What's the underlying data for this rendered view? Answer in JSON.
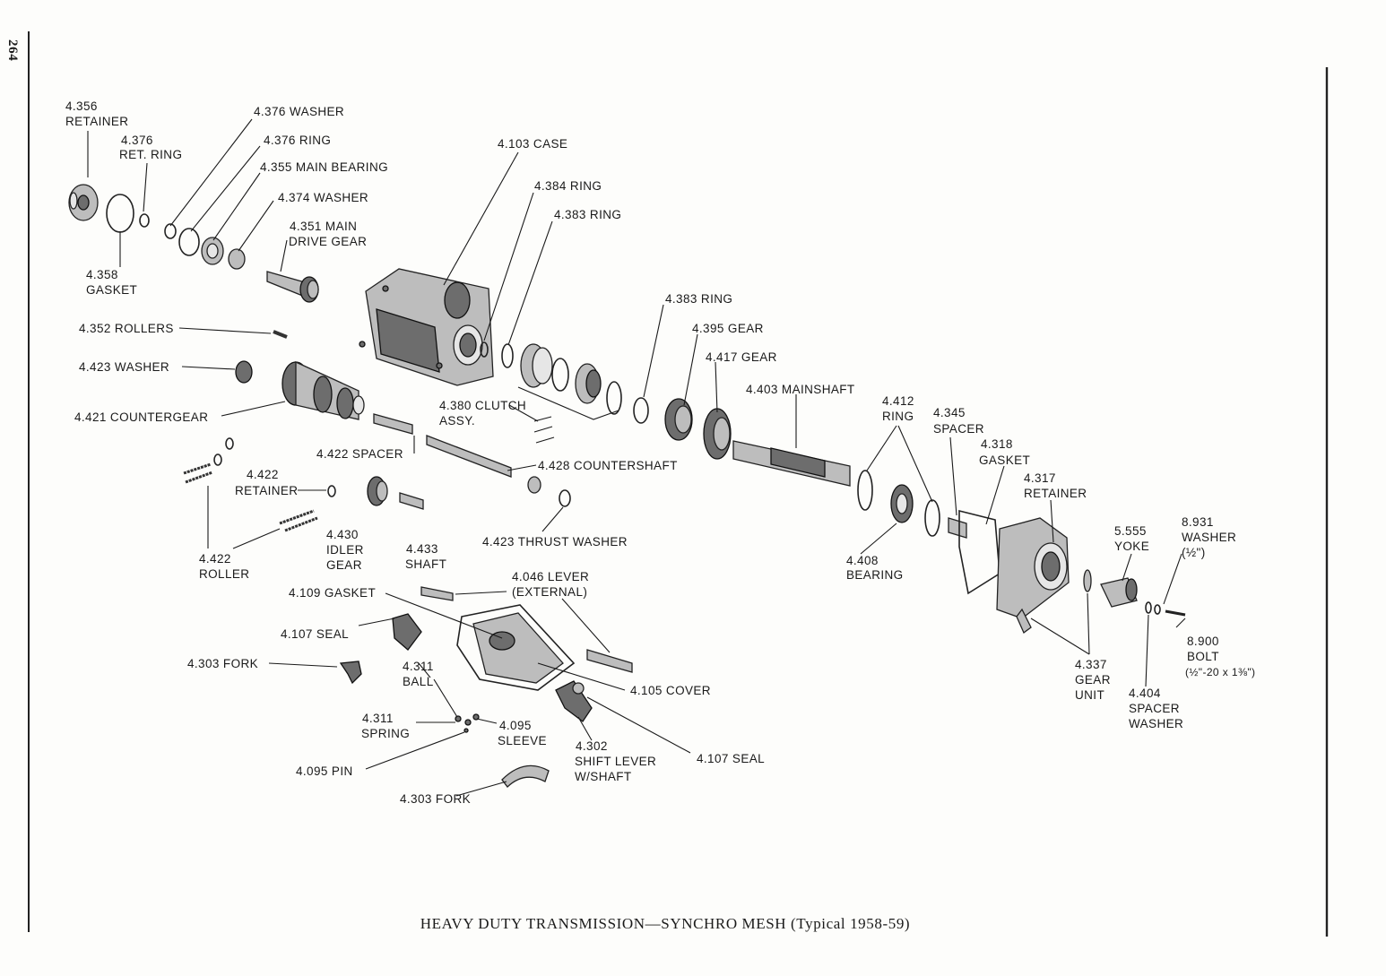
{
  "page": {
    "number": "264"
  },
  "caption": "HEAVY DUTY TRANSMISSION—SYNCHRO MESH (Typical 1958-59)",
  "labels": {
    "l4356": [
      "4.356",
      "RETAINER"
    ],
    "l4376r": [
      "4.376",
      "RET. RING"
    ],
    "l4376w": [
      "4.376 WASHER"
    ],
    "l4376ring": [
      "4.376 RING"
    ],
    "l4355": [
      "4.355 MAIN BEARING"
    ],
    "l4374": [
      "4.374 WASHER"
    ],
    "l4351": [
      "4.351 MAIN",
      "DRIVE GEAR"
    ],
    "l4358": [
      "4.358",
      "GASKET"
    ],
    "l4103": [
      "4.103 CASE"
    ],
    "l4384": [
      "4.384 RING"
    ],
    "l4383a": [
      "4.383 RING"
    ],
    "l4383b": [
      "4.383 RING"
    ],
    "l4395": [
      "4.395 GEAR"
    ],
    "l4417": [
      "4.417 GEAR"
    ],
    "l4403": [
      "4.403 MAINSHAFT"
    ],
    "l4412": [
      "4.412",
      "RING"
    ],
    "l4345": [
      "4.345",
      "SPACER"
    ],
    "l4318": [
      "4.318",
      "GASKET"
    ],
    "l4317": [
      "4.317",
      "RETAINER"
    ],
    "l5555": [
      "5.555",
      "YOKE"
    ],
    "l8931": [
      "8.931",
      "WASHER",
      "(½\")"
    ],
    "l4352": [
      "4.352 ROLLERS"
    ],
    "l4423w": [
      "4.423 WASHER"
    ],
    "l4421": [
      "4.421 COUNTERGEAR"
    ],
    "l4380": [
      "4.380 CLUTCH",
      "ASSY."
    ],
    "l4422s": [
      "4.422 SPACER"
    ],
    "l4428": [
      "4.428 COUNTERSHAFT"
    ],
    "l4422ret": [
      "4.422",
      "RETAINER"
    ],
    "l4430": [
      "4.430",
      "IDLER",
      "GEAR"
    ],
    "l4433": [
      "4.433",
      "SHAFT"
    ],
    "l4423t": [
      "4.423 THRUST WASHER"
    ],
    "l4422rol": [
      "4.422",
      "ROLLER"
    ],
    "l4408": [
      "4.408",
      "BEARING"
    ],
    "l4046": [
      "4.046 LEVER",
      "(EXTERNAL)"
    ],
    "l4109": [
      "4.109 GASKET"
    ],
    "l4107a": [
      "4.107 SEAL"
    ],
    "l4303a": [
      "4.303 FORK"
    ],
    "l4311b": [
      "4.311",
      "BALL"
    ],
    "l4105": [
      "4.105 COVER"
    ],
    "l4311s": [
      "4.311",
      "SPRING"
    ],
    "l4095s": [
      "4.095",
      "SLEEVE"
    ],
    "l4302": [
      "4.302",
      "SHIFT LEVER",
      "W/SHAFT"
    ],
    "l4107b": [
      "4.107 SEAL"
    ],
    "l4095p": [
      "4.095 PIN"
    ],
    "l4303b": [
      "4.303 FORK"
    ],
    "l4337": [
      "4.337",
      "GEAR",
      "UNIT"
    ],
    "l4404": [
      "4.404",
      "SPACER",
      "WASHER"
    ],
    "l8900": [
      "8.900",
      "BOLT",
      "(½\"-20 x 1⅜\")"
    ]
  }
}
